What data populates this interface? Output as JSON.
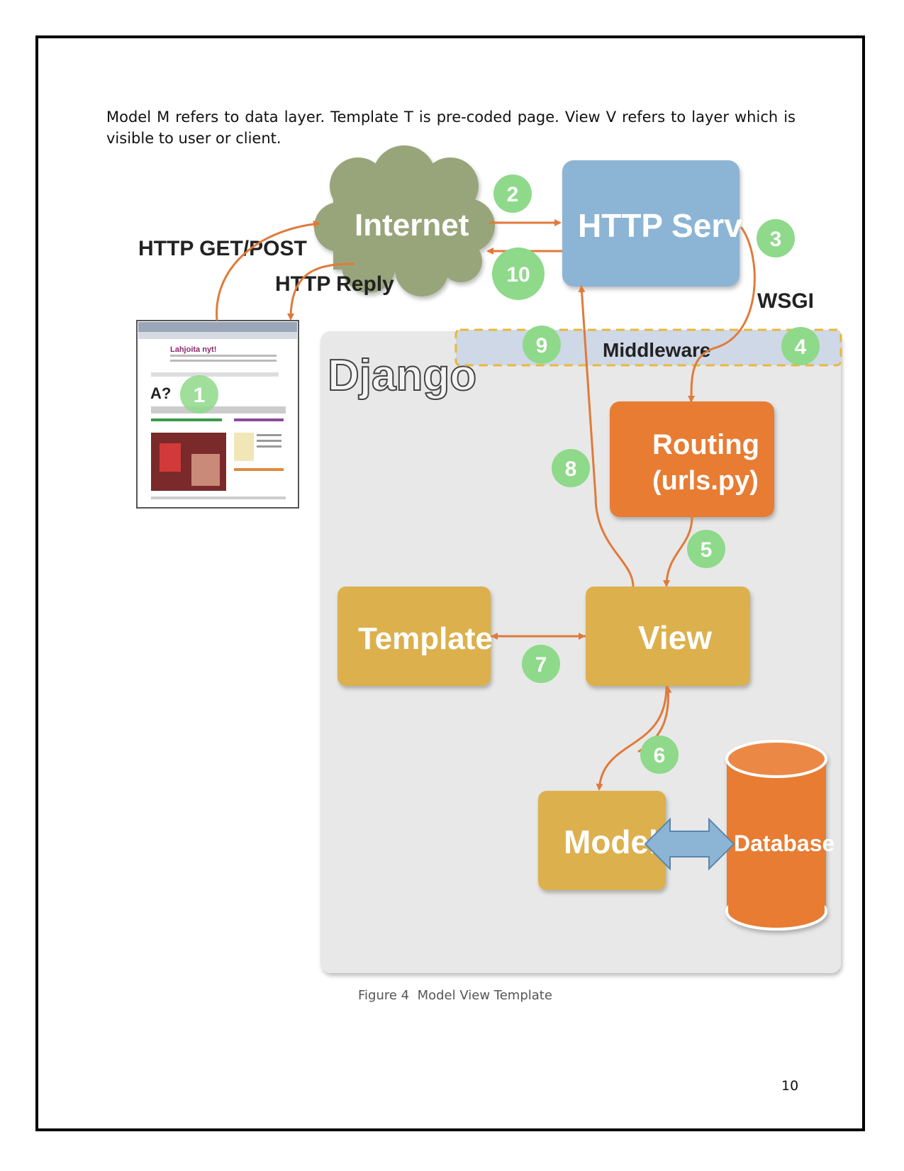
{
  "intro_text": "Model M refers to data layer. Template T is pre-coded page. View V refers to layer which is visible to user or client.",
  "figure": {
    "caption": "Figure 4  Model View Template",
    "labels": {
      "internet": "Internet",
      "http_server": "HTTP Server",
      "http_get_post": "HTTP GET/POST",
      "http_reply": "HTTP Reply",
      "wsgi": "WSGI",
      "django": "Django",
      "middleware": "Middleware",
      "routing": "Routing",
      "routing_file": "(urls.py)",
      "template": "Template",
      "view": "View",
      "model": "Model",
      "database": "Database"
    },
    "steps": [
      "1",
      "2",
      "3",
      "4",
      "5",
      "6",
      "7",
      "8",
      "9",
      "10"
    ],
    "browser": {
      "heading": "Lahjoita nyt!",
      "logo": "A?"
    }
  },
  "page_number": "10"
}
